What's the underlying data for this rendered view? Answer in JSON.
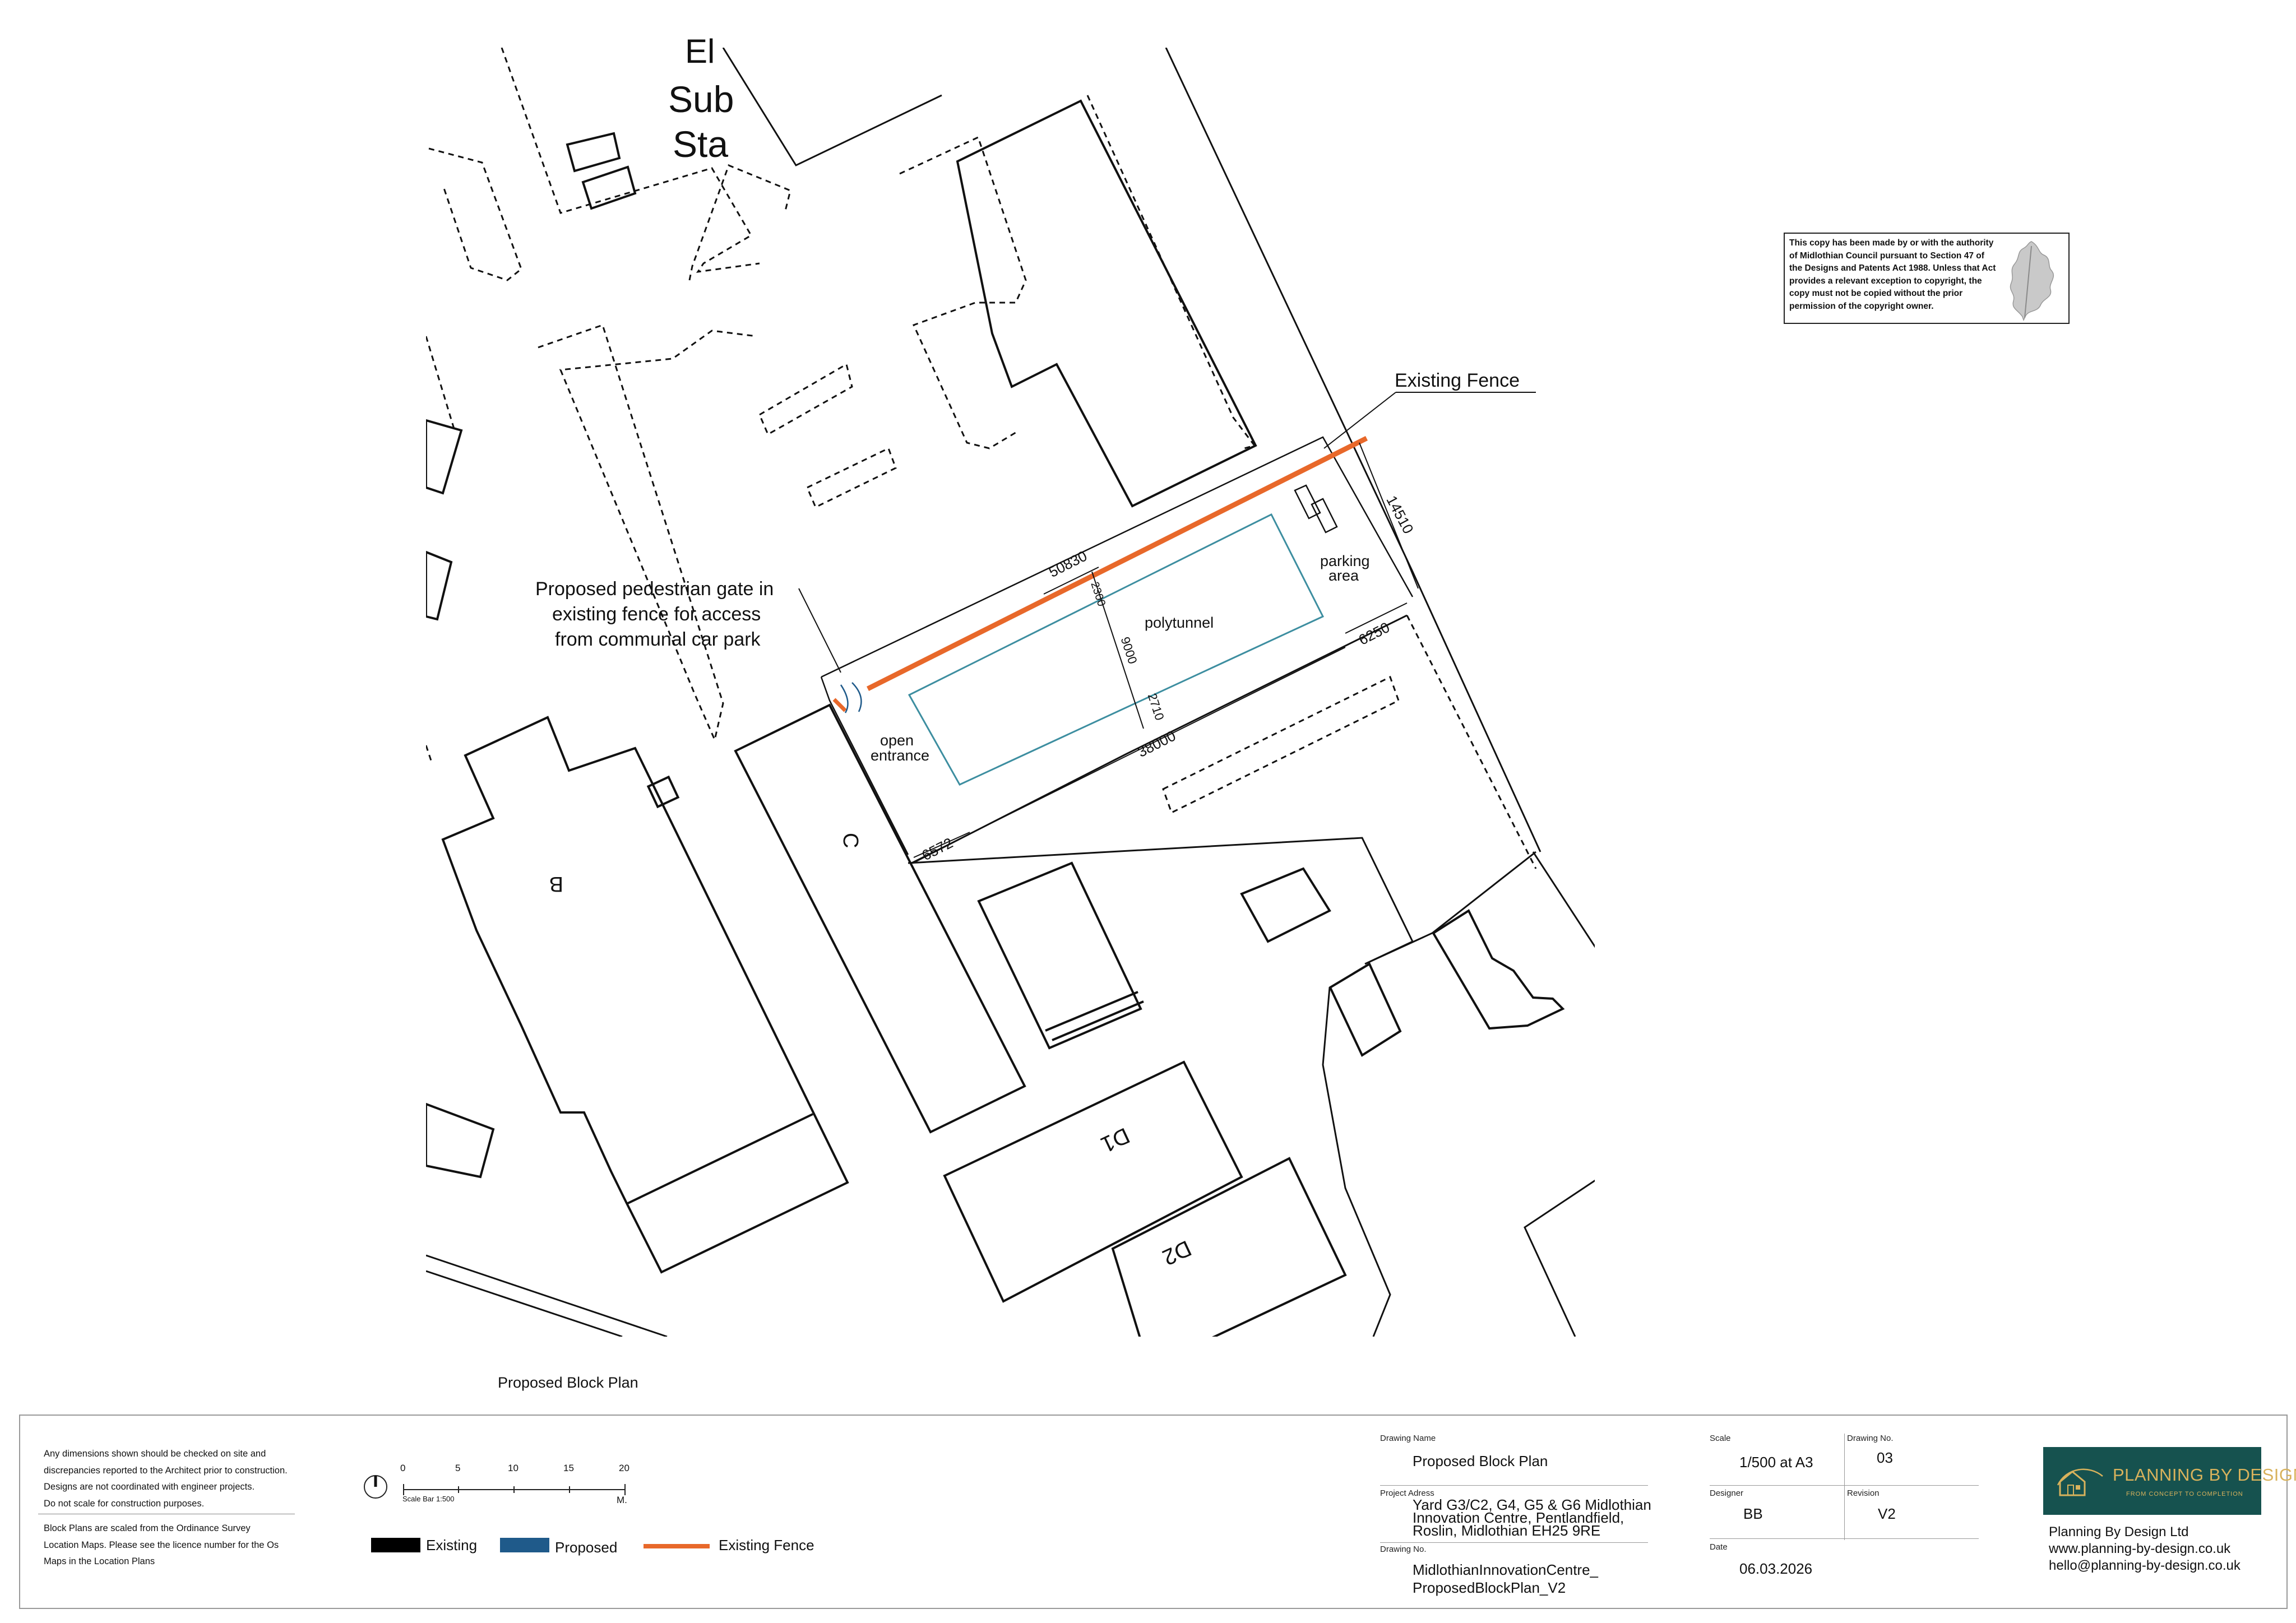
{
  "drawing": {
    "caption": "Proposed Block Plan",
    "building_labels": {
      "substation_line1": "El",
      "substation_line2": "Sub",
      "substation_line3": "Sta",
      "b": "B",
      "c": "C",
      "d1": "D1",
      "d2": "D2"
    },
    "annotations": {
      "existing_fence": "Existing Fence",
      "gate_line1": "Proposed pedestrian gate in",
      "gate_line2": "existing fence for access",
      "gate_line3": "from communal car park",
      "polytunnel": "polytunnel",
      "parking_line1": "parking",
      "parking_line2": "area",
      "open_line1": "open",
      "open_line2": "entrance"
    },
    "dimensions": {
      "d_50830": "50830",
      "d_14510": "14510",
      "d_6250": "6250",
      "d_38000": "38000",
      "d_9000": "9000",
      "d_2710": "2710",
      "d_2300": "2300",
      "d_6572": "6572"
    },
    "colors": {
      "existing_line": "#000000",
      "proposed": "#1f5a8a",
      "polytunnel_outline": "#3d8ea0",
      "fence": "#e8682a"
    }
  },
  "copyright_notice": "This copy has been made by or with the authority of Midlothian Council pursuant to Section 47 of the Designs and Patents Act 1988. Unless that Act provides a relevant exception to copyright, the copy must not be copied without the prior permission of the copyright owner.",
  "title_block": {
    "notes": [
      "Any dimensions shown should be checked on site and",
      "discrepancies reported to the Architect prior to construction.",
      "Designs are not coordinated with engineer projects.",
      "Do not scale for construction purposes."
    ],
    "notes2": [
      "Block Plans are scaled from the Ordinance Survey",
      "Location Maps. Please see the licence number for the Os",
      "Maps in the Location Plans"
    ],
    "scale_bar": {
      "ticks": [
        "0",
        "5",
        "10",
        "15",
        "20"
      ],
      "caption": "Scale Bar 1:500",
      "unit": "M."
    },
    "legend": {
      "existing": "Existing",
      "proposed": "Proposed",
      "existing_fence": "Existing Fence"
    },
    "drawing_name_label": "Drawing Name",
    "drawing_name": "Proposed Block Plan",
    "project_address_label": "Project Adress",
    "project_address": [
      "Yard G3/C2, G4, G5 & G6 Midlothian",
      "Innovation Centre, Pentlandfield,",
      "Roslin,  Midlothian EH25 9RE"
    ],
    "drawing_no_label": "Drawing No.",
    "drawing_no": [
      "MidlothianInnovationCentre_",
      "ProposedBlockPlan_V2"
    ],
    "scale_label": "Scale",
    "scale": "1/500 at A3",
    "sheet_no_label": "Drawing No.",
    "sheet_no": "03",
    "designer_label": "Designer",
    "designer": "BB",
    "revision_label": "Revision",
    "revision": "V2",
    "date_label": "Date",
    "date": "06.03.2026"
  },
  "company": {
    "logo_title": "PLANNING BY DESIGN",
    "logo_tagline": "FROM CONCEPT TO COMPLETION",
    "name": "Planning By Design Ltd",
    "website": "www.planning-by-design.co.uk",
    "email": "hello@planning-by-design.co.uk"
  }
}
